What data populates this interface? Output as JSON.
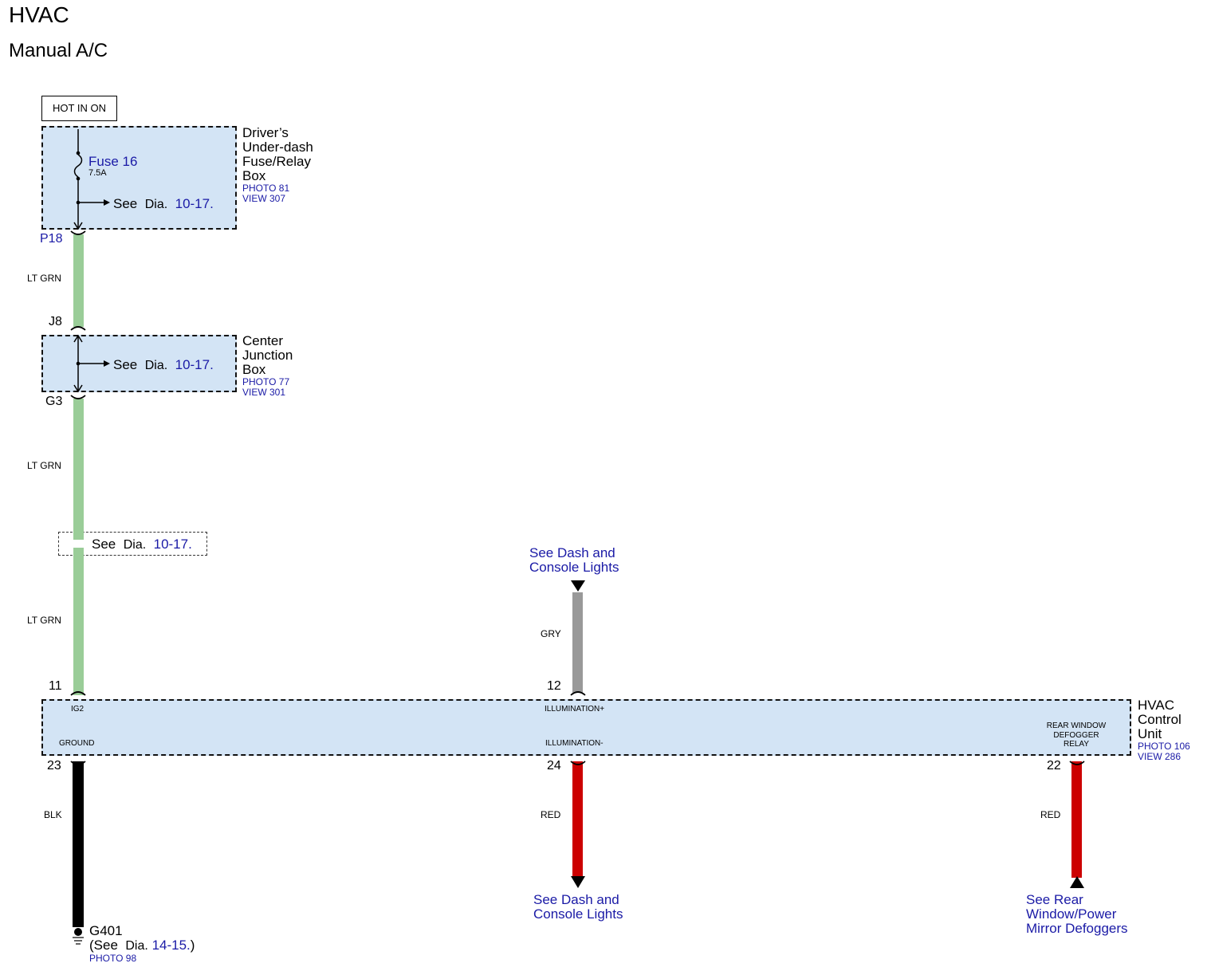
{
  "header": {
    "title": "HVAC",
    "subtitle": "Manual A/C"
  },
  "hot_label": "HOT IN ON",
  "fuse_box": {
    "name_lines": [
      "Driver’s",
      "Under-dash",
      "Fuse/Relay",
      "Box"
    ],
    "photo": "PHOTO 81",
    "view": "VIEW 307",
    "fuse_name": "Fuse 16",
    "fuse_rating": "7.5A",
    "see_text": "See",
    "dia_text": "Dia.",
    "dia_ref": "10-17.",
    "connector_bottom": "P18"
  },
  "junction_box": {
    "connector_top": "J8",
    "name_lines": [
      "Center",
      "Junction",
      "Box"
    ],
    "photo": "PHOTO 77",
    "view": "VIEW 301",
    "see_text": "See",
    "dia_text": "Dia.",
    "dia_ref": "10-17.",
    "connector_bottom": "G3"
  },
  "splice_ref": {
    "see_text": "See",
    "dia_text": "Dia.",
    "dia_ref": "10-17."
  },
  "wire_colors": {
    "wire1": "LT GRN",
    "wire2": "LT GRN",
    "wire3": "LT GRN",
    "gry": "GRY",
    "blk": "BLK",
    "red1": "RED",
    "red2": "RED"
  },
  "dash_lights_top": [
    "See Dash and",
    "Console Lights"
  ],
  "dash_lights_bottom": [
    "See Dash and",
    "Console Lights"
  ],
  "rear_defogger": [
    "See Rear",
    "Window/Power",
    "Mirror Defoggers"
  ],
  "control_unit": {
    "name_lines": [
      "HVAC",
      "Control",
      "Unit"
    ],
    "photo": "PHOTO 106",
    "view": "VIEW 286",
    "pins": {
      "ig2": {
        "num": "11",
        "label": "IG2"
      },
      "illum_plus": {
        "num": "12",
        "label": "ILLUMINATION+"
      },
      "ground": {
        "num": "23",
        "label": "GROUND"
      },
      "illum_minus": {
        "num": "24",
        "label": "ILLUMINATION-"
      },
      "defogger": {
        "num": "22",
        "label_lines": [
          "REAR WINDOW",
          "DEFOGGER",
          "RELAY"
        ]
      }
    }
  },
  "ground_point": {
    "name": "G401",
    "see_prefix": "(See",
    "dia_text": "Dia.",
    "dia_ref": "14-15.",
    "see_suffix": ")",
    "photo": "PHOTO 98"
  },
  "colors": {
    "box_fill": "#d3e4f5",
    "lt_grn": "#9acd98",
    "gry": "#999999",
    "red": "#cc0000",
    "blk": "#000000",
    "link_blue": "#1a1aa6"
  }
}
